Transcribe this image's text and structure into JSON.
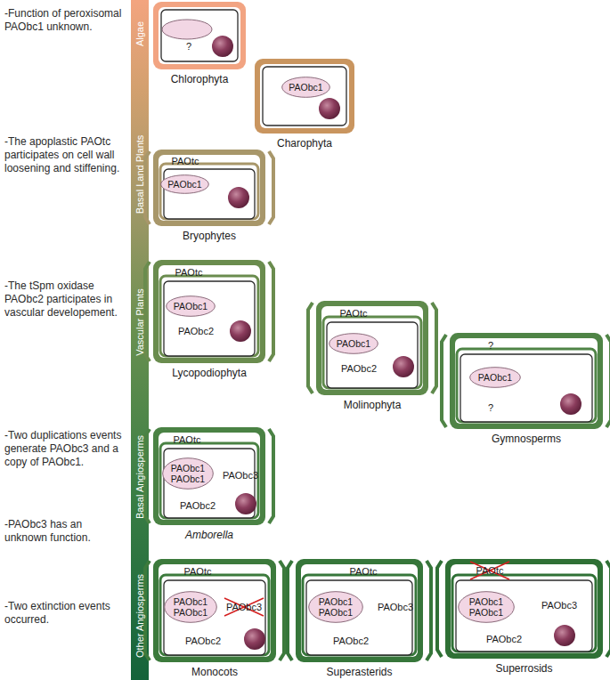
{
  "diagram": {
    "nodes": [
      {
        "text": [
          "Chlorophyta",
          "?"
        ]
      },
      {
        "text": [
          "Charophyta"
        ]
      },
      {
        "text": [
          "PAObc1"
        ],
        "in": 1
      },
      {
        "text": [
          "Bryophytes",
          "PAOtc"
        ]
      },
      {
        "text": [
          "PAObc1"
        ],
        "in": 3
      },
      {
        "text": [
          "Lycopodiophyta",
          "PAOtc",
          "PAObc2"
        ]
      },
      {
        "text": [
          "PAObc1"
        ],
        "in": 5
      },
      {
        "text": [
          "Molinophyta",
          "PAOtc",
          "PAObc2"
        ]
      },
      {
        "text": [
          "PAObc1"
        ],
        "in": 7
      },
      {
        "text": [
          "Gymnosperms",
          "?",
          "?"
        ]
      },
      {
        "text": [
          "PAObc1"
        ],
        "in": 9
      },
      {
        "text": [
          "Amborella",
          "PAOtc",
          "PAObc3",
          "PAObc2"
        ]
      },
      {
        "text": [
          "PAObc1",
          "PAObc1"
        ],
        "in": 11
      },
      {
        "text": [
          "Monocots",
          "PAOtc",
          "PAObc3",
          "PAObc2"
        ]
      },
      {
        "text": [
          "PAObc1",
          "PAObc1"
        ],
        "in": 13
      },
      {
        "text": [
          "Superasterids",
          "PAOtc",
          "PAObc3",
          "PAObc2"
        ]
      },
      {
        "text": [
          "PAObc1",
          "PAObc1"
        ],
        "in": 15
      },
      {
        "text": [
          "Superrosids",
          "PAOtc",
          "PAObc3",
          "PAObc2"
        ]
      },
      {
        "text": [
          "PAObc1",
          "PAObc1"
        ],
        "in": 17
      }
    ],
    "labels": [
      "-Function of peroxisomal PAObc1 unknown.",
      "-The apoplastic PAOtc participates on cell wall loosening and stiffening.",
      "-The tSpm oxidase PAObc2 participates in vascular developement.",
      "-Two duplications events generate PAObc3 and a copy of PAObc1.",
      "-PAObc3 has an unknown function.",
      "-Two extinction events occurred.",
      "Algae",
      "Basal Land Plants",
      "Vascular Plants",
      "Basal Angiosperms",
      "Other Angiosperms"
    ]
  }
}
